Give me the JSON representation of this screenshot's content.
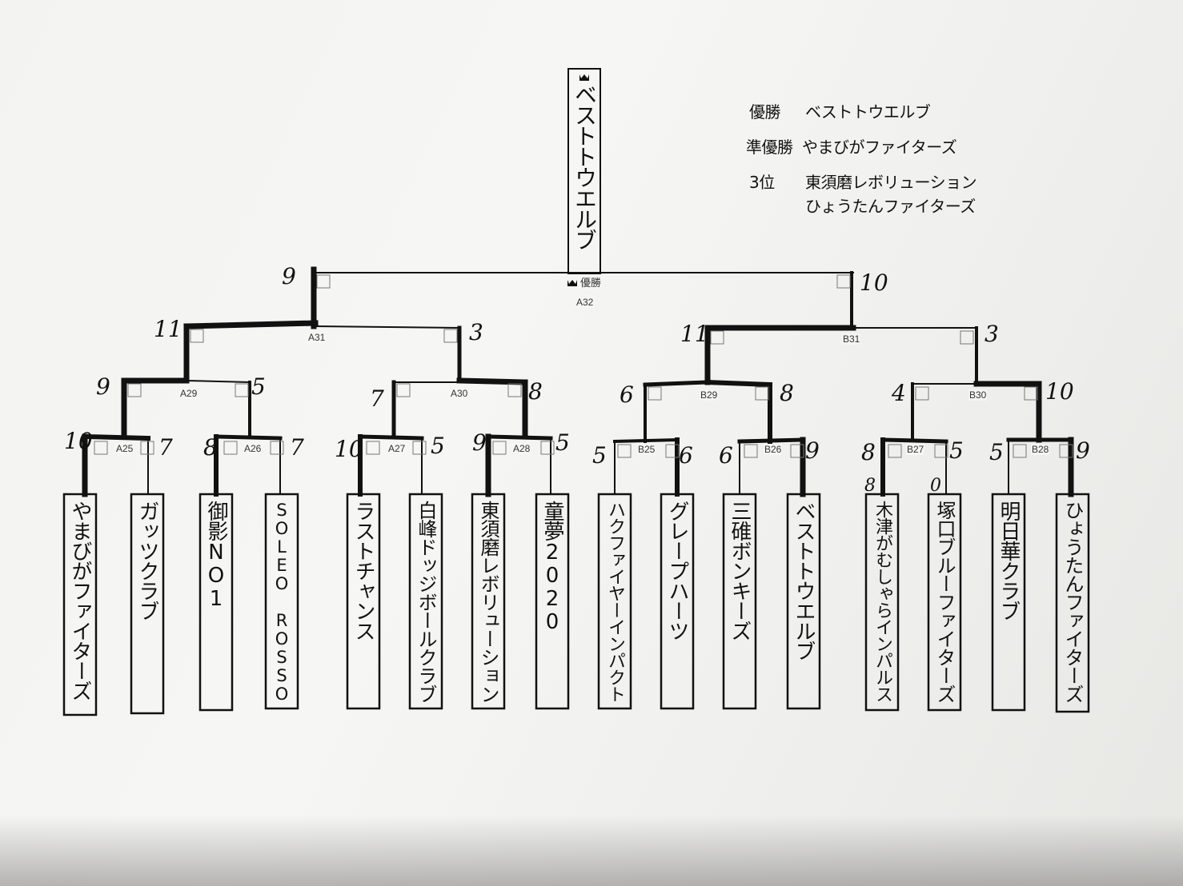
{
  "results": {
    "winner_label": "優勝",
    "winner_name": "ベストトウエルブ",
    "runner_up_label": "準優勝",
    "runner_up_name": "やまびがファイターズ",
    "third_label": "3位",
    "third_names": [
      "東須磨レボリューション",
      "ひょうたんファイターズ"
    ]
  },
  "final": {
    "match_id": "A32",
    "label": "優勝",
    "champion": "ベストトウエルブ",
    "left_score": "9",
    "right_score": "10"
  },
  "semis": [
    {
      "match_id": "A31",
      "left_score": "11",
      "right_score": "3"
    },
    {
      "match_id": "B31",
      "left_score": "11",
      "right_score": "3"
    }
  ],
  "quarters": [
    {
      "match_id": "A29",
      "left_score": "9",
      "right_score": "5"
    },
    {
      "match_id": "A30",
      "left_score": "7",
      "right_score": "8"
    },
    {
      "match_id": "B29",
      "left_score": "6",
      "right_score": "8"
    },
    {
      "match_id": "B30",
      "left_score": "4",
      "right_score": "10"
    }
  ],
  "first_round": [
    {
      "match_id": "A25",
      "left_score": "10",
      "right_score": "7"
    },
    {
      "match_id": "A26",
      "left_score": "8",
      "right_score": "7"
    },
    {
      "match_id": "A27",
      "left_score": "10",
      "right_score": "5"
    },
    {
      "match_id": "A28",
      "left_score": "9",
      "right_score": "5"
    },
    {
      "match_id": "B25",
      "left_score": "5",
      "right_score": "6"
    },
    {
      "match_id": "B26",
      "left_score": "6",
      "right_score": "9"
    },
    {
      "match_id": "B27",
      "left_score": "8",
      "right_score": "5"
    },
    {
      "match_id": "B28",
      "left_score": "5",
      "right_score": "9"
    }
  ],
  "teams": [
    {
      "name": "やまびがファイターズ"
    },
    {
      "name": "ガッツクラブ"
    },
    {
      "name": "御影NO1"
    },
    {
      "name": "SOLEO ROSSO"
    },
    {
      "name": "ラストチャンス"
    },
    {
      "name": "白峰ドッジボールクラブ"
    },
    {
      "name": "東須磨レボリューション"
    },
    {
      "name": "童夢2020"
    },
    {
      "name": "ハクファイヤーインパクト"
    },
    {
      "name": "グレープハーツ"
    },
    {
      "name": "三碓ボンキーズ"
    },
    {
      "name": "ベストトウエルブ"
    },
    {
      "name": "木津がむしゃらインパルス"
    },
    {
      "name": "塚口ブルーファイターズ"
    },
    {
      "name": "明日華クラブ"
    },
    {
      "name": "ひょうたんファイターズ"
    }
  ],
  "extra_scores": {
    "b27_left_below": "8",
    "b27_right_below": "0"
  }
}
